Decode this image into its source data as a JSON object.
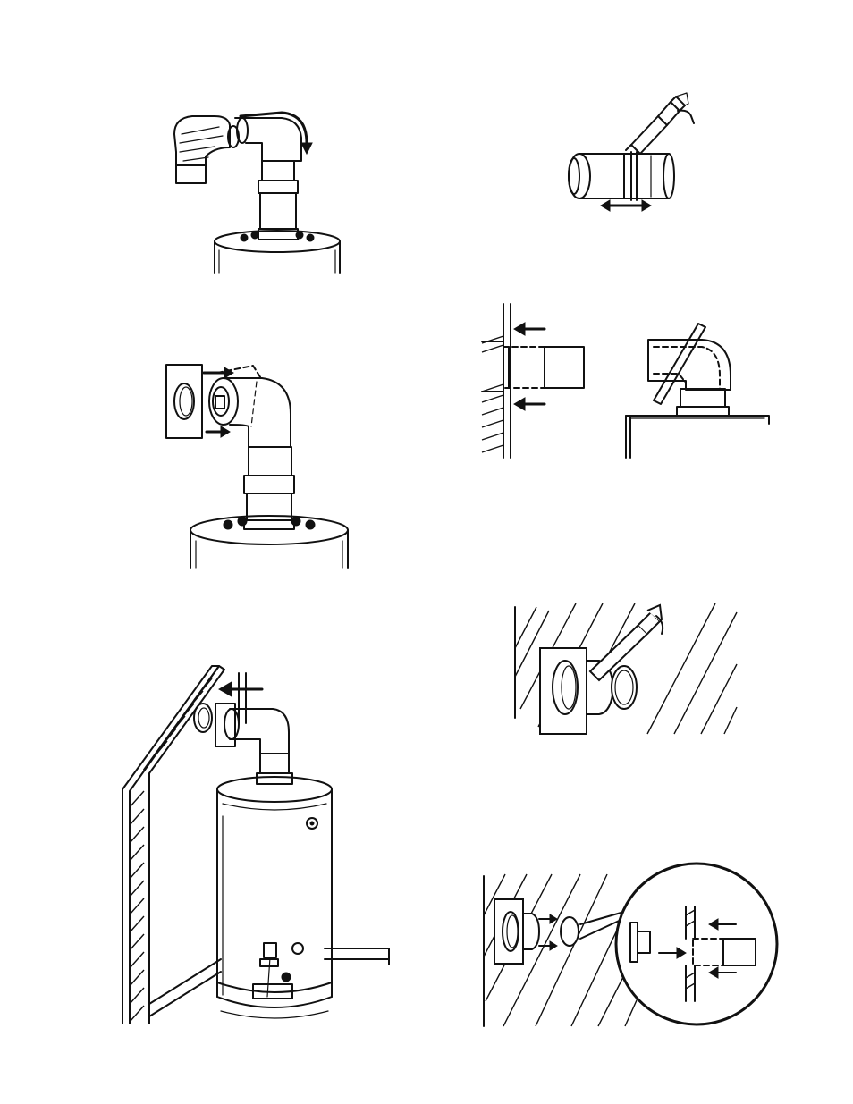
{
  "page": {
    "panels": [
      {
        "name": "elbow-attach-to-flue-collar"
      },
      {
        "name": "pipe-joint-sealant-application"
      },
      {
        "name": "elbow-aligned-to-wall-plate"
      },
      {
        "name": "pipe-insertion-and-cutting"
      },
      {
        "name": "water-heater-vent-installation"
      },
      {
        "name": "wall-plate-sealant-application"
      },
      {
        "name": "wall-plate-assembly-detail"
      }
    ]
  }
}
